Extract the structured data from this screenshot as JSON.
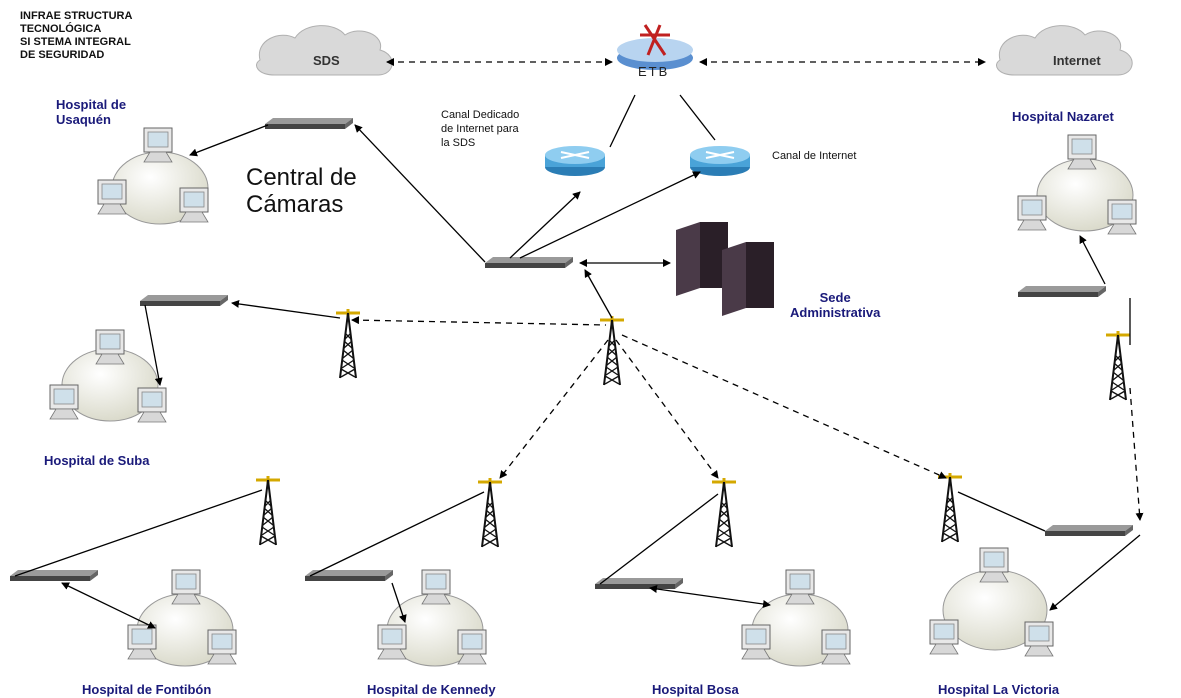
{
  "title_lines": [
    "INFRAE STRUCTURA",
    "TECNOLÓGICA",
    "SI STEMA INTEGRAL",
    "DE SEGURIDAD"
  ],
  "clouds": {
    "sds": "SDS",
    "internet": "Internet"
  },
  "etb_label": "ETB",
  "central_label": [
    "Central de",
    "Cámaras"
  ],
  "canal_dedicado": [
    "Canal Dedicado",
    "de Internet para",
    "la SDS"
  ],
  "canal_internet": "Canal de Internet",
  "sede": [
    "Sede",
    "Administrativa"
  ],
  "hospitals": {
    "usaquen": [
      "Hospital de",
      "Usaquén"
    ],
    "nazaret": "Hospital Nazaret",
    "suba": "Hospital de Suba",
    "fontibon": "Hospital de Fontibón",
    "kennedy": "Hospital de Kennedy",
    "bosa": "Hospital Bosa",
    "victoria": "Hospital La Victoria"
  },
  "colors": {
    "hospital_text": "#1a1a7a",
    "router": "#4aa3d8",
    "server": "#3a2a3a",
    "cloud": "#d9d9d9"
  }
}
